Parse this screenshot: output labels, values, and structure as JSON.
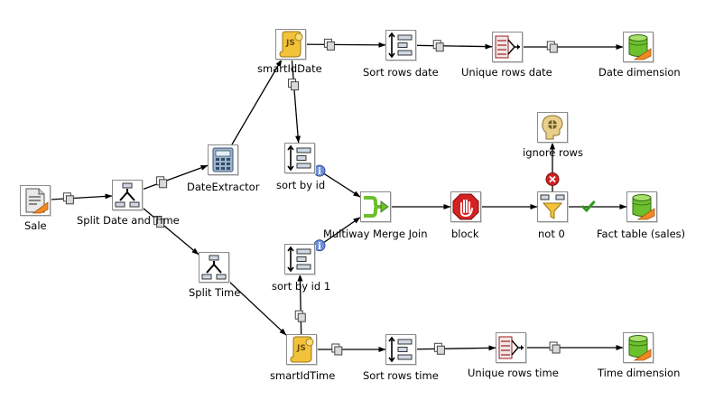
{
  "diagram": {
    "steps": {
      "sale": {
        "label": "Sale",
        "icon": "text-file-input-icon"
      },
      "split_date_time": {
        "label": "Split Date and Time",
        "icon": "split-fields-icon"
      },
      "date_extractor": {
        "label": "DateExtractor",
        "icon": "calculator-icon"
      },
      "smart_id_date": {
        "label": "smartIdDate",
        "icon": "javascript-icon"
      },
      "sort_rows_date": {
        "label": "Sort rows date",
        "icon": "sort-rows-icon"
      },
      "unique_rows_date": {
        "label": "Unique rows date",
        "icon": "unique-rows-icon"
      },
      "date_dimension": {
        "label": "Date dimension",
        "icon": "table-output-icon"
      },
      "sort_by_id": {
        "label": "sort by id",
        "icon": "sort-rows-icon"
      },
      "multiway_merge_join": {
        "label": "Multiway Merge Join",
        "icon": "merge-join-icon"
      },
      "block": {
        "label": "block",
        "icon": "block-stop-icon"
      },
      "not_0": {
        "label": "not 0",
        "icon": "filter-rows-icon"
      },
      "ignore_rows": {
        "label": "ignore rows",
        "icon": "dummy-step-icon"
      },
      "fact_table": {
        "label": "Fact table (sales)",
        "icon": "table-output-icon"
      },
      "split_time": {
        "label": "Split Time",
        "icon": "split-fields-icon"
      },
      "sort_by_id_1": {
        "label": "sort by id 1",
        "icon": "sort-rows-icon"
      },
      "smart_id_time": {
        "label": "smartIdTime",
        "icon": "javascript-icon"
      },
      "sort_rows_time": {
        "label": "Sort rows time",
        "icon": "sort-rows-icon"
      },
      "unique_rows_time": {
        "label": "Unique rows time",
        "icon": "unique-rows-icon"
      },
      "time_dimension": {
        "label": "Time dimension",
        "icon": "table-output-icon"
      }
    },
    "hops": [
      {
        "from": "sale",
        "to": "split_date_time",
        "type": "copy"
      },
      {
        "from": "split_date_time",
        "to": "date_extractor",
        "type": "copy"
      },
      {
        "from": "split_date_time",
        "to": "split_time",
        "type": "copy"
      },
      {
        "from": "date_extractor",
        "to": "smart_id_date",
        "type": "normal"
      },
      {
        "from": "smart_id_date",
        "to": "sort_rows_date",
        "type": "copy"
      },
      {
        "from": "sort_rows_date",
        "to": "unique_rows_date",
        "type": "copy"
      },
      {
        "from": "unique_rows_date",
        "to": "date_dimension",
        "type": "copy"
      },
      {
        "from": "smart_id_date",
        "to": "sort_by_id",
        "type": "copy"
      },
      {
        "from": "sort_by_id",
        "to": "multiway_merge_join",
        "type": "info"
      },
      {
        "from": "sort_by_id_1",
        "to": "multiway_merge_join",
        "type": "info"
      },
      {
        "from": "multiway_merge_join",
        "to": "block",
        "type": "normal"
      },
      {
        "from": "block",
        "to": "not_0",
        "type": "normal"
      },
      {
        "from": "not_0",
        "to": "fact_table",
        "type": "true"
      },
      {
        "from": "not_0",
        "to": "ignore_rows",
        "type": "false"
      },
      {
        "from": "split_time",
        "to": "smart_id_time",
        "type": "normal"
      },
      {
        "from": "smart_id_time",
        "to": "sort_by_id_1",
        "type": "copy"
      },
      {
        "from": "smart_id_time",
        "to": "sort_rows_time",
        "type": "copy"
      },
      {
        "from": "sort_rows_time",
        "to": "unique_rows_time",
        "type": "copy"
      },
      {
        "from": "unique_rows_time",
        "to": "time_dimension",
        "type": "copy"
      }
    ]
  }
}
